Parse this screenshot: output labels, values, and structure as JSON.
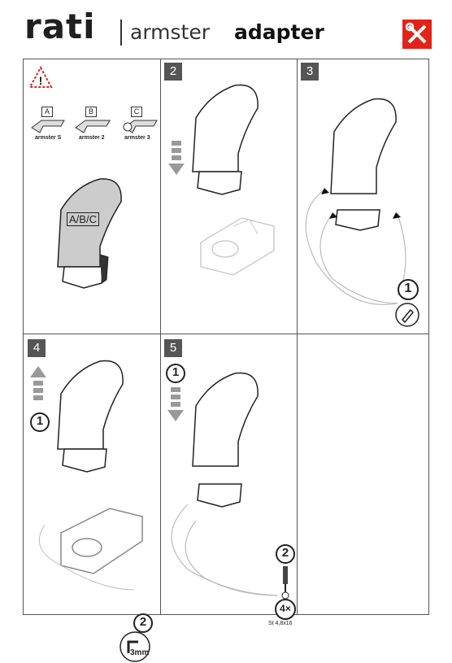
{
  "header": {
    "brand": "rati",
    "title_part1": "armster",
    "title_part2": "adapter",
    "tools_icon": "wrench-screwdriver-crossed-icon",
    "tools_color": "#e2231a"
  },
  "steps": [
    {
      "number": "",
      "options": [
        {
          "letter": "A",
          "model": "armster S"
        },
        {
          "letter": "B",
          "model": "armster 2"
        },
        {
          "letter": "C",
          "model": "armster 3"
        }
      ],
      "label": "A/B/C"
    },
    {
      "number": "2"
    },
    {
      "number": "3",
      "callout": "1"
    },
    {
      "number": "4",
      "callout_a": "1",
      "callout_b": "2",
      "tool_size": "3mm"
    },
    {
      "number": "5",
      "callout_a": "1",
      "callout_b": "2",
      "screw_qty": "4×",
      "screw_spec": "St 4,8x16"
    }
  ]
}
